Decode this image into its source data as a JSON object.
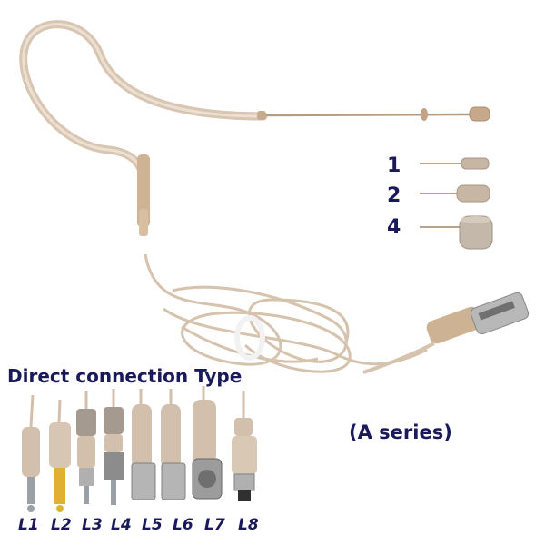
{
  "sizes": [
    "1",
    "2",
    "4"
  ],
  "heading": "Direct connection Type",
  "series_label": "(A series)",
  "connectors": [
    "L1",
    "L2",
    "L3",
    "L4",
    "L5",
    "L6",
    "L7",
    "L8"
  ],
  "colors": {
    "cable": "#d9c6b3",
    "text": "#1a1a5a",
    "gold": "#e0b030"
  }
}
